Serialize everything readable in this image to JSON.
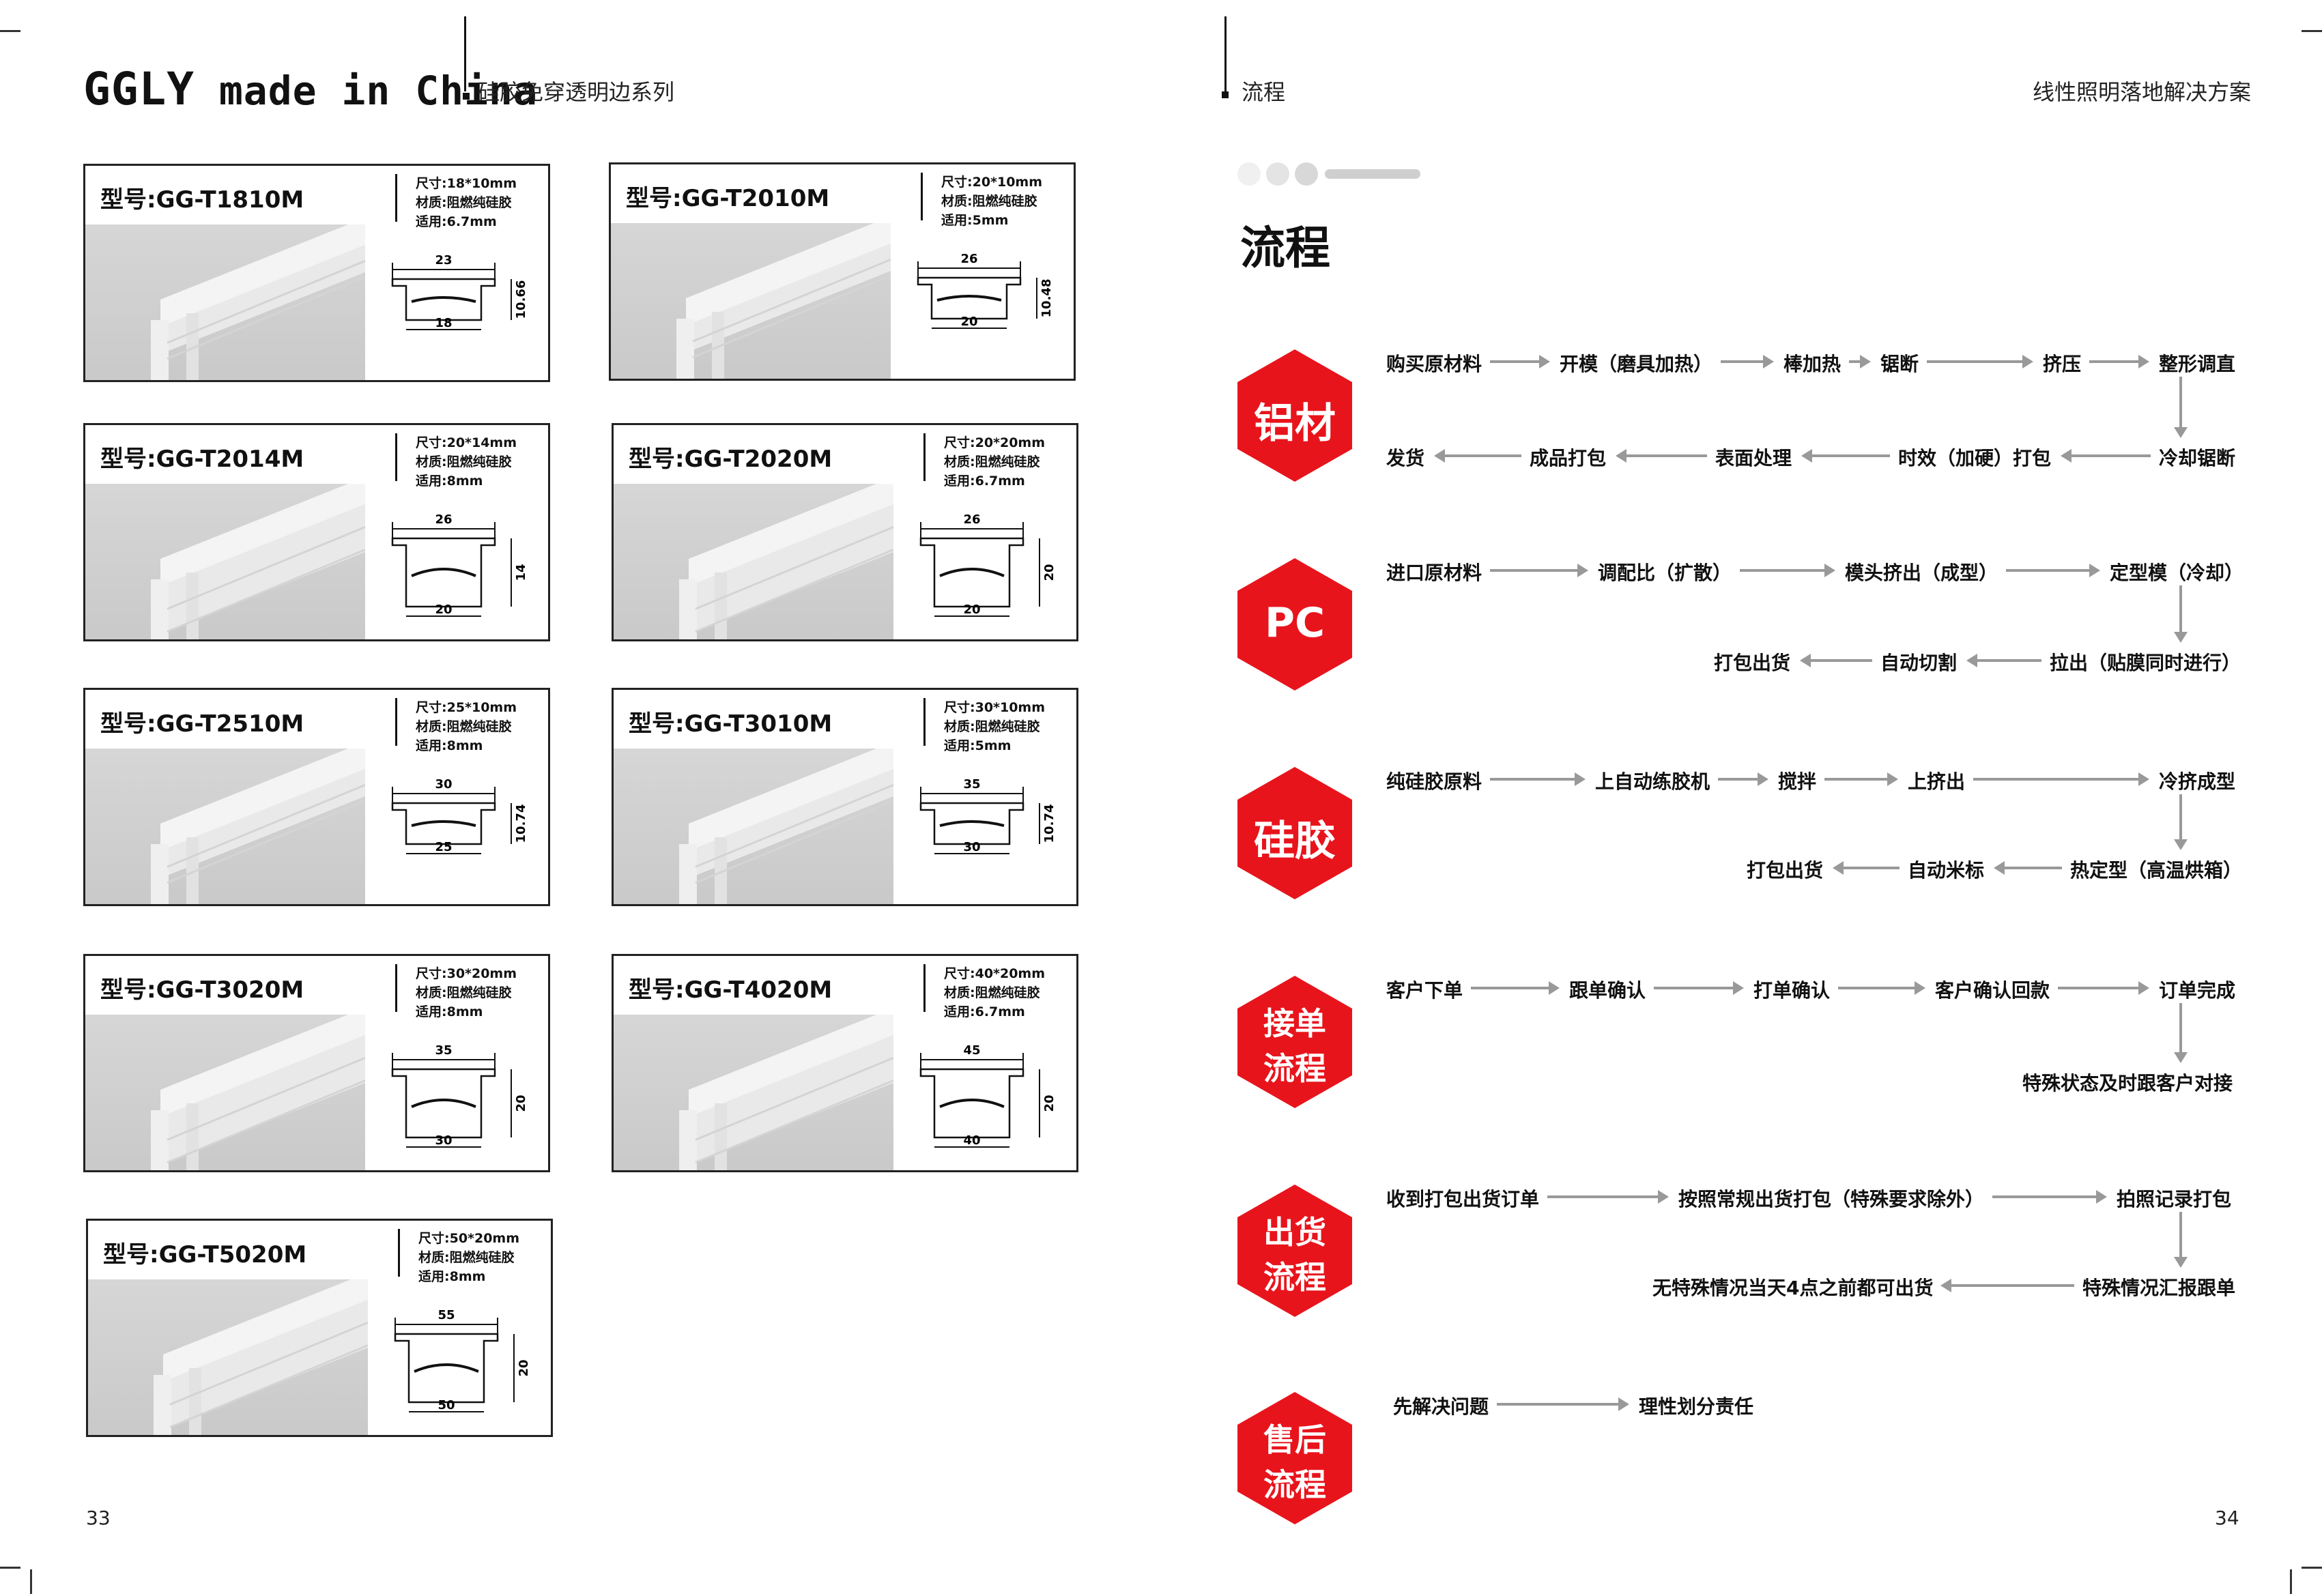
{
  "left": {
    "brand_prefix": "GGLY",
    "brand_suffix": "made in China",
    "series": "硅胶免穿透明边系列",
    "page_number": "33",
    "products": [
      {
        "model": "型号:GG-T1810M",
        "size": "尺寸:18*10mm",
        "material": "材质:阻燃纯硅胶",
        "use": "适用:6.7mm",
        "top": "23",
        "bottom": "18",
        "height": "10.66"
      },
      {
        "model": "型号:GG-T2010M",
        "size": "尺寸:20*10mm",
        "material": "材质:阻燃纯硅胶",
        "use": "适用:5mm",
        "top": "26",
        "bottom": "20",
        "height": "10.48"
      },
      {
        "model": "型号:GG-T2014M",
        "size": "尺寸:20*14mm",
        "material": "材质:阻燃纯硅胶",
        "use": "适用:8mm",
        "top": "26",
        "bottom": "20",
        "height": "14"
      },
      {
        "model": "型号:GG-T2020M",
        "size": "尺寸:20*20mm",
        "material": "材质:阻燃纯硅胶",
        "use": "适用:6.7mm",
        "top": "26",
        "bottom": "20",
        "height": "20"
      },
      {
        "model": "型号:GG-T2510M",
        "size": "尺寸:25*10mm",
        "material": "材质:阻燃纯硅胶",
        "use": "适用:8mm",
        "top": "30",
        "bottom": "25",
        "height": "10.74"
      },
      {
        "model": "型号:GG-T3010M",
        "size": "尺寸:30*10mm",
        "material": "材质:阻燃纯硅胶",
        "use": "适用:5mm",
        "top": "35",
        "bottom": "30",
        "height": "10.74"
      },
      {
        "model": "型号:GG-T3020M",
        "size": "尺寸:30*20mm",
        "material": "材质:阻燃纯硅胶",
        "use": "适用:8mm",
        "top": "35",
        "bottom": "30",
        "height": "20"
      },
      {
        "model": "型号:GG-T4020M",
        "size": "尺寸:40*20mm",
        "material": "材质:阻燃纯硅胶",
        "use": "适用:6.7mm",
        "top": "45",
        "bottom": "40",
        "height": "20"
      },
      {
        "model": "型号:GG-T5020M",
        "size": "尺寸:50*20mm",
        "material": "材质:阻燃纯硅胶",
        "use": "适用:8mm",
        "top": "55",
        "bottom": "50",
        "height": "20"
      }
    ]
  },
  "right": {
    "header_left": "流程",
    "header_right": "线性照明落地解决方案",
    "title": "流程",
    "page_number": "34",
    "accent_color": "#e8141c",
    "sections": [
      {
        "label": [
          "铝材"
        ],
        "row1": [
          "购买原材料",
          "开模（磨具加热）",
          "棒加热",
          "锯断",
          "挤压",
          "整形调直"
        ],
        "row2": [
          "发货",
          "成品打包",
          "表面处理",
          "时效（加硬）打包",
          "冷却锯断"
        ]
      },
      {
        "label": [
          "PC"
        ],
        "row1": [
          "进口原材料",
          "调配比（扩散）",
          "模头挤出（成型）",
          "定型模（冷却）"
        ],
        "row2": [
          "打包出货",
          "自动切割",
          "拉出（贴膜同时进行）"
        ]
      },
      {
        "label": [
          "硅胶"
        ],
        "row1": [
          "纯硅胶原料",
          "上自动练胶机",
          "搅拌",
          "上挤出",
          "冷挤成型"
        ],
        "row2": [
          "打包出货",
          "自动米标",
          "热定型（高温烘箱）"
        ]
      },
      {
        "label": [
          "接单",
          "流程"
        ],
        "row1": [
          "客户下单",
          "跟单确认",
          "打单确认",
          "客户确认回款",
          "订单完成"
        ],
        "row2": [
          "特殊状态及时跟客户对接"
        ]
      },
      {
        "label": [
          "出货",
          "流程"
        ],
        "row1": [
          "收到打包出货订单",
          "按照常规出货打包（特殊要求除外）",
          "拍照记录打包"
        ],
        "row2": [
          "无特殊情况当天4点之前都可出货",
          "特殊情况汇报跟单"
        ]
      },
      {
        "label": [
          "售后",
          "流程"
        ],
        "row1": [
          "先解决问题",
          "理性划分责任"
        ],
        "row2": []
      }
    ]
  }
}
